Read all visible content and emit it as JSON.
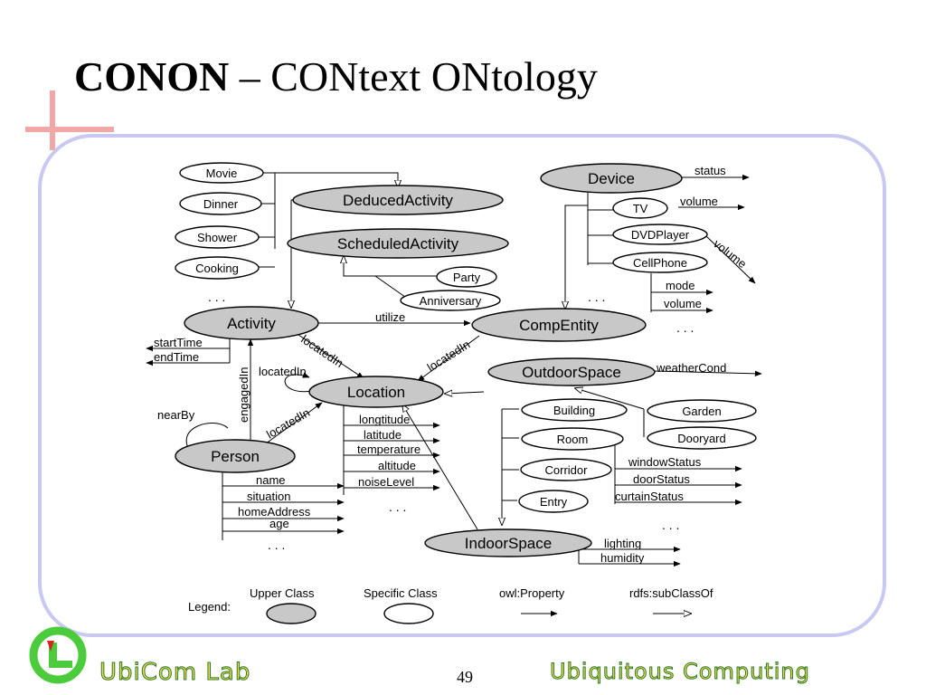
{
  "title": {
    "bold": "CONON",
    "rest": " – CONtext ONtology"
  },
  "colors": {
    "upper_class_fill": "#c8c8c8",
    "frame": "#c8c8f2",
    "corner_mark": "#f2a7a7",
    "footer_text": "#f3d94a",
    "footer_outline": "#2b7a2b",
    "logo_green": "#4ccc3c"
  },
  "upper_classes": {
    "deduced_activity": "DeducedActivity",
    "scheduled_activity": "ScheduledActivity",
    "activity": "Activity",
    "comp_entity": "CompEntity",
    "device": "Device",
    "location": "Location",
    "outdoor_space": "OutdoorSpace",
    "indoor_space": "IndoorSpace",
    "person": "Person"
  },
  "specific_classes": {
    "movie": "Movie",
    "dinner": "Dinner",
    "shower": "Shower",
    "cooking": "Cooking",
    "party": "Party",
    "anniversary": "Anniversary",
    "tv": "TV",
    "dvdplayer": "DVDPlayer",
    "cellphone": "CellPhone",
    "building": "Building",
    "room": "Room",
    "corridor": "Corridor",
    "entry": "Entry",
    "garden": "Garden",
    "dooryard": "Dooryard"
  },
  "properties": {
    "utilize": "utilize",
    "located_in_activity": "locatedIn",
    "located_in_comp": "locatedIn",
    "located_in_self": "locatedIn",
    "located_in_person": "locatedIn",
    "engaged_in": "engagedIn",
    "near_by": "nearBy",
    "start_time": "startTime",
    "end_time": "endTime",
    "status": "status",
    "volume_tv": "volume",
    "volume_dvd": "volume",
    "mode": "mode",
    "volume_cell": "volume",
    "weather_cond": "weatherCond",
    "longtitude": "longtitude",
    "latitude": "latitude",
    "temperature": "temperature",
    "altitude": "altitude",
    "noise_level": "noiseLevel",
    "name": "name",
    "situation": "situation",
    "home_address": "homeAddress",
    "age": "age",
    "window_status": "windowStatus",
    "door_status": "doorStatus",
    "curtain_status": "curtainStatus",
    "lighting": "lighting",
    "humidity": "humidity"
  },
  "ellipsis": ". . .",
  "legend": {
    "label": "Legend:",
    "upper_class": "Upper Class",
    "specific_class": "Specific Class",
    "owl_property": "owl:Property",
    "subclass_of": "rdfs:subClassOf"
  },
  "footer": {
    "left": "UbiCom Lab",
    "right": "Ubiquitous Computing",
    "page": "49"
  }
}
